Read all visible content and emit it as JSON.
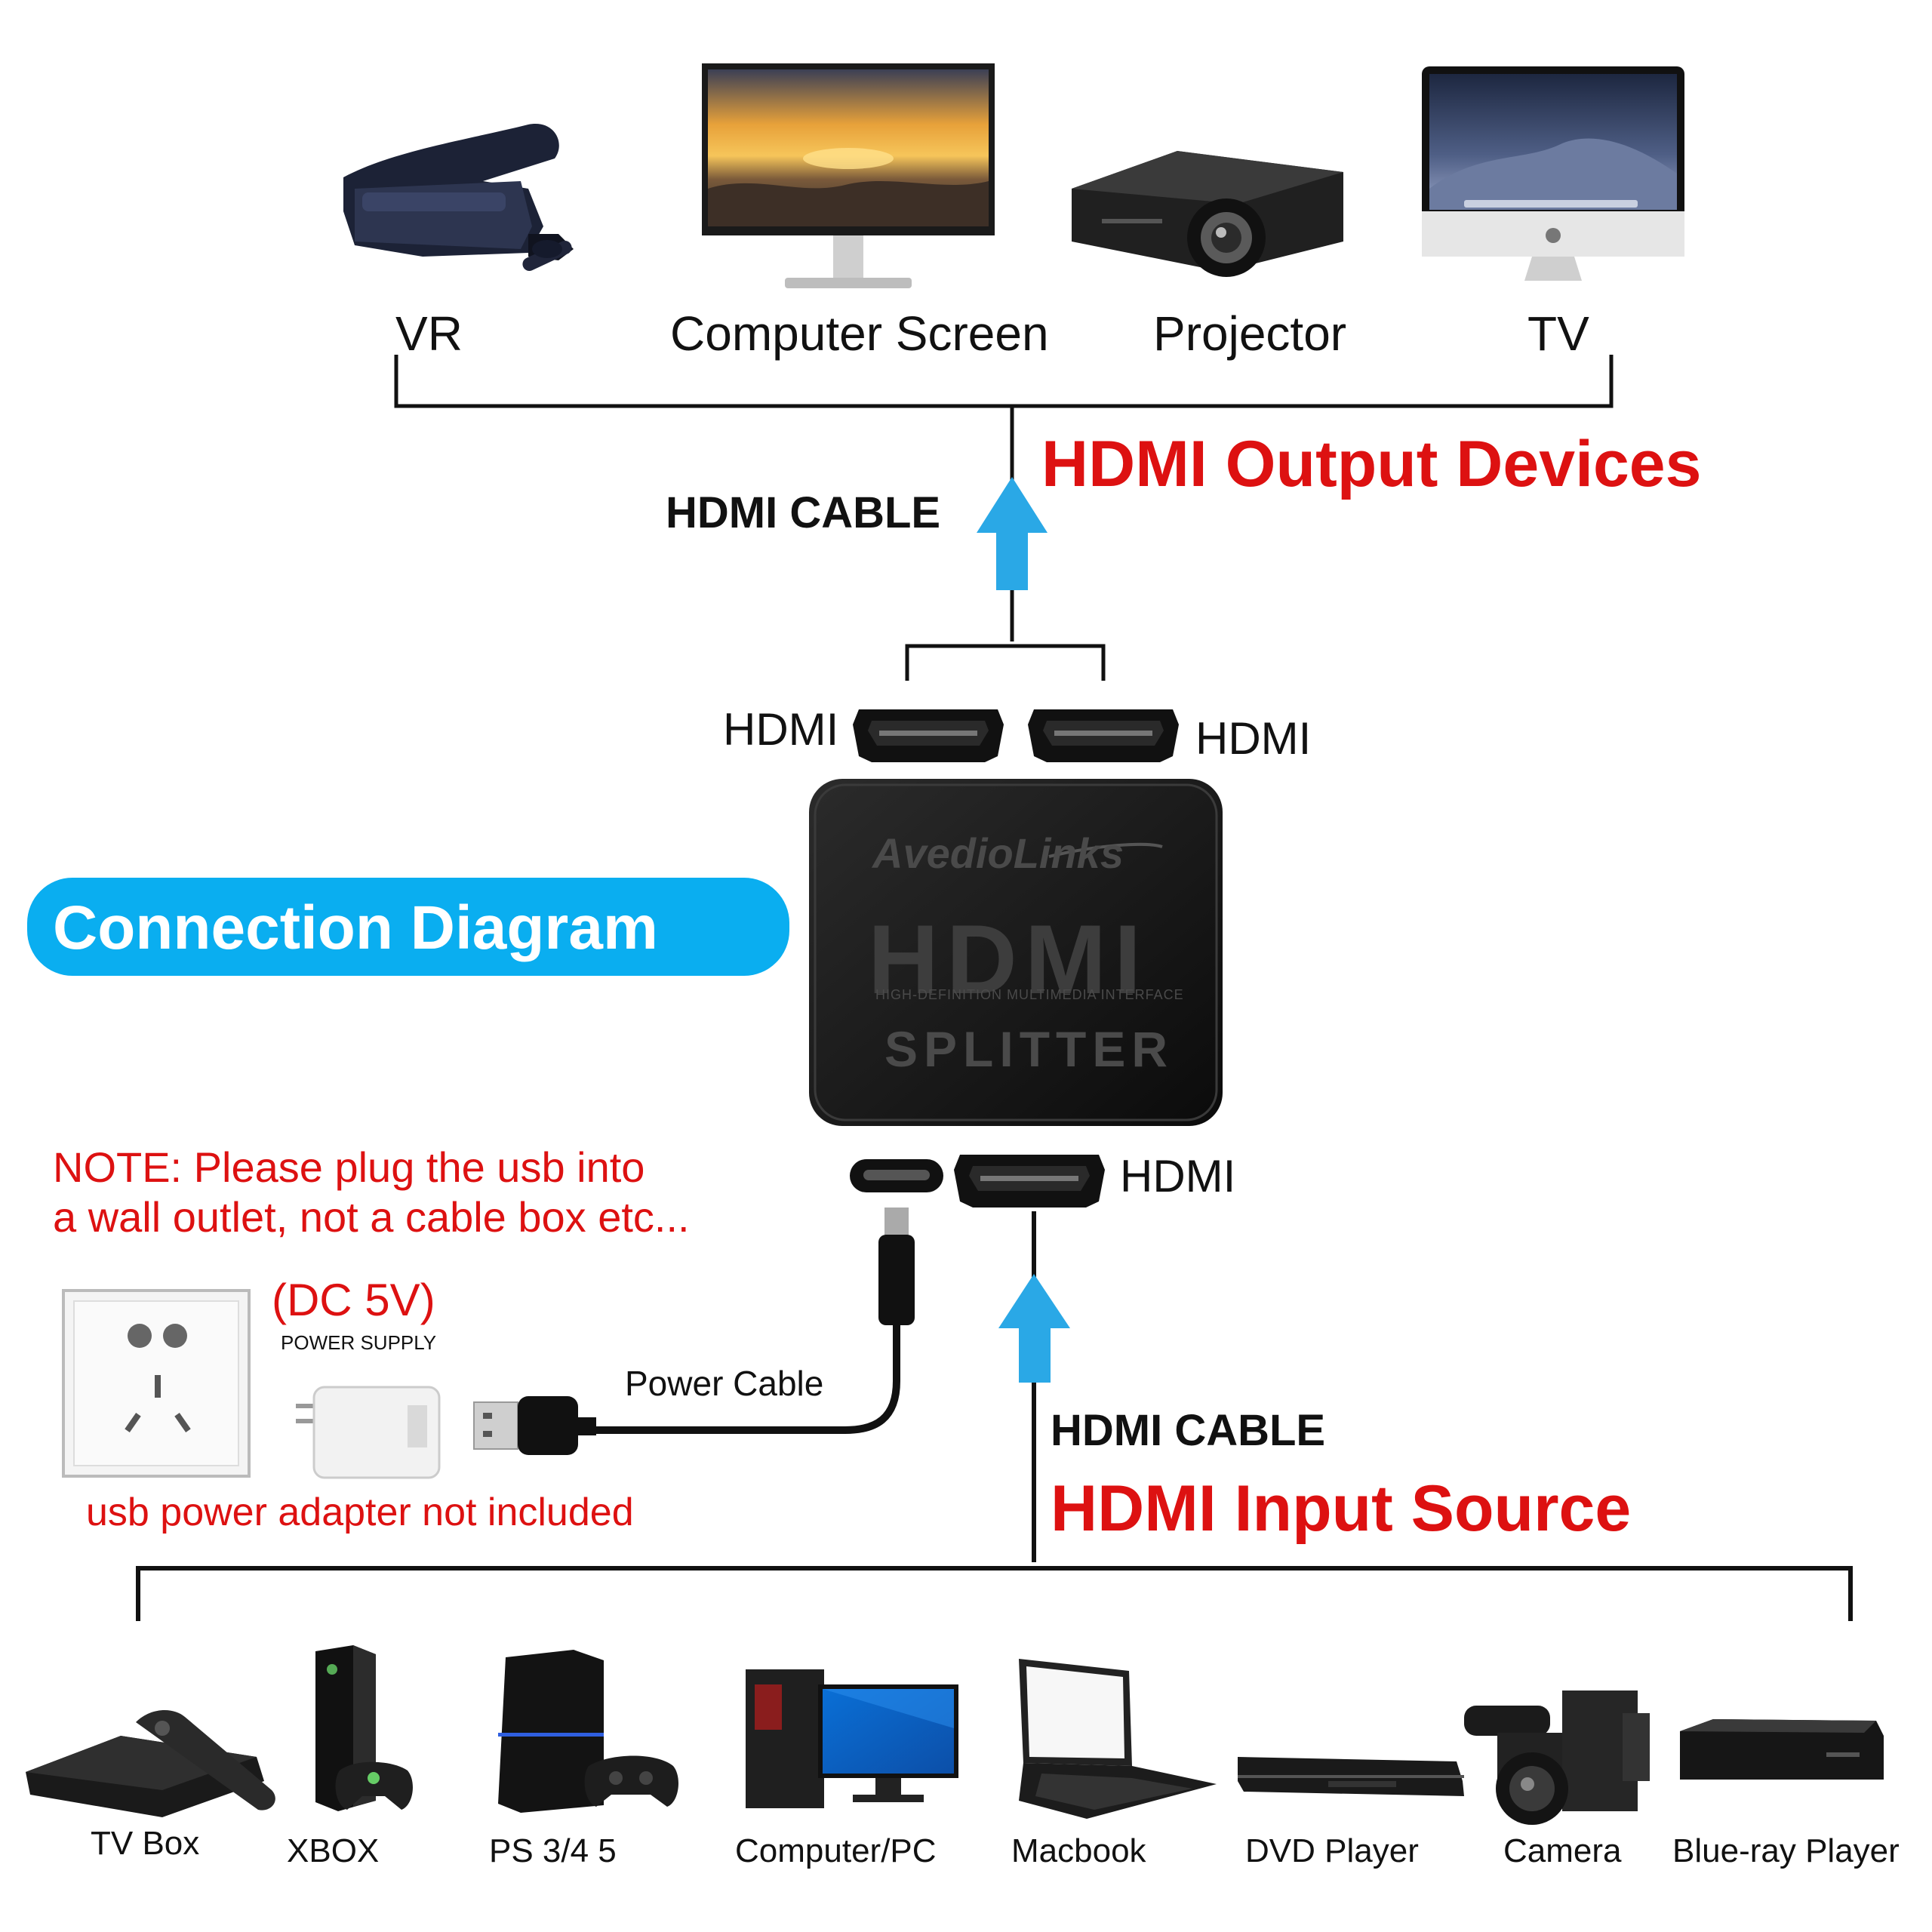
{
  "output_devices": {
    "heading": "HDMI Output Devices",
    "cable_label": "HDMI CABLE",
    "items": [
      {
        "label": "VR",
        "icon": "vr-headset-icon"
      },
      {
        "label": "Computer Screen",
        "icon": "monitor-icon"
      },
      {
        "label": "Projector",
        "icon": "projector-icon"
      },
      {
        "label": "TV",
        "icon": "all-in-one-tv-icon"
      }
    ]
  },
  "splitter": {
    "brand": "AvedioLinks",
    "logo": "HDMI",
    "logo_sub": "HIGH-DEFINITION MULTIMEDIA INTERFACE",
    "product": "SPLITTER",
    "port_out_left": "HDMI",
    "port_out_right": "HDMI",
    "port_in": "HDMI"
  },
  "badge": {
    "text": "Connection Diagram"
  },
  "note": {
    "line1": "NOTE: Please plug the usb into",
    "line2": "a wall outlet, not a cable box etc..."
  },
  "power": {
    "voltage": "(DC 5V)",
    "supply": "POWER SUPPLY",
    "cable_label": "Power Cable",
    "adapter_note": "usb power adapter not included"
  },
  "input_sources": {
    "heading": "HDMI Input Source",
    "cable_label": "HDMI CABLE",
    "items": [
      {
        "label": "TV Box",
        "icon": "tv-box-icon"
      },
      {
        "label": "XBOX",
        "icon": "xbox-console-icon"
      },
      {
        "label": "PS 3/4 5",
        "icon": "playstation-console-icon"
      },
      {
        "label": "Computer/PC",
        "icon": "desktop-pc-icon"
      },
      {
        "label": "Macbook",
        "icon": "laptop-icon"
      },
      {
        "label": "DVD Player",
        "icon": "dvd-player-icon"
      },
      {
        "label": "Camera",
        "icon": "video-camera-icon"
      },
      {
        "label": "Blue-ray Player",
        "icon": "bluray-player-icon"
      }
    ]
  },
  "colors": {
    "accent_red": "#dd1111",
    "accent_blue": "#0aaef0",
    "arrow_blue": "#2aa8e6",
    "splitter_body": "#161616",
    "line": "#111111"
  }
}
